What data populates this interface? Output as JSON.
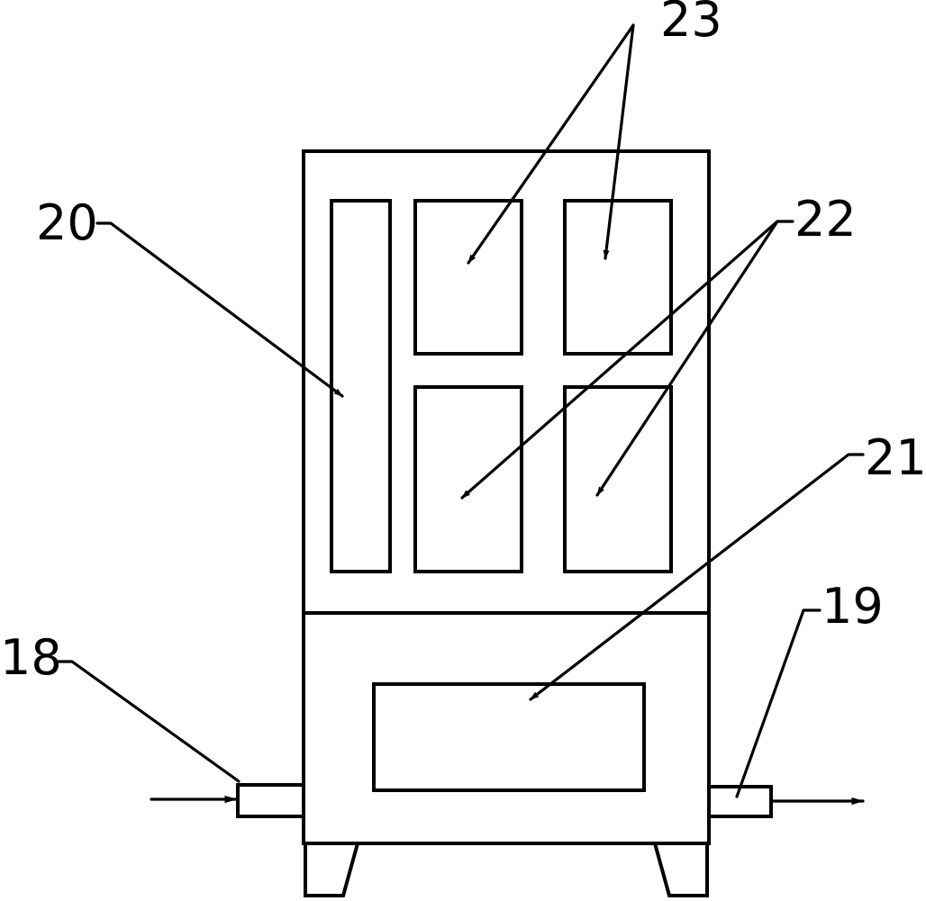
{
  "labels": {
    "ref_18": "18",
    "ref_19": "19",
    "ref_20": "20",
    "ref_21": "21",
    "ref_22": "22",
    "ref_23": "23"
  },
  "colors": {
    "line": "#000000",
    "background": "#ffffff"
  }
}
